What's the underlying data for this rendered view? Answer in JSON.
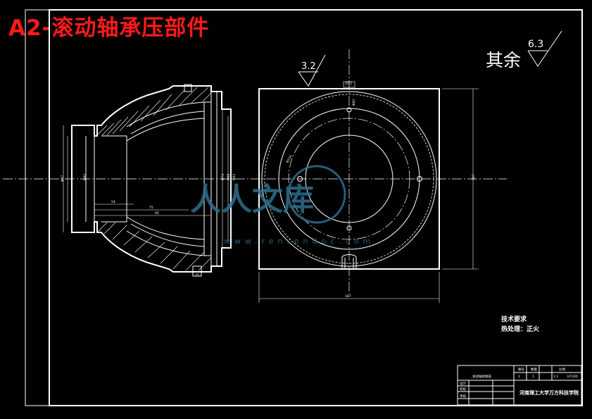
{
  "title": "A2-滚动轴承压部件",
  "roughness": {
    "other_label": "其余",
    "other_value": "6.3",
    "face_value": "3.2"
  },
  "tech_notes": {
    "heading": "技术要求",
    "line1": "热处理：正火"
  },
  "title_block": {
    "school": "河南理工大学万方科技学院",
    "cells": [
      "滚动轴承端盖",
      "图号",
      "数量",
      "比例",
      "材料",
      "1",
      "1",
      "1:1",
      "HT200"
    ],
    "rows": [
      "设计",
      "校核",
      "审核"
    ]
  },
  "watermark": {
    "brand": "人人文库",
    "url": "www.renrendoc.com"
  },
  "dims": {
    "left_view": [
      "Φ87",
      "Φ80",
      "Φ75",
      "Φ68",
      "Φ62",
      "54",
      "75",
      "95",
      "35"
    ],
    "right_view": [
      "187",
      "187",
      "Φ150",
      "Φ82",
      "25.5"
    ]
  }
}
